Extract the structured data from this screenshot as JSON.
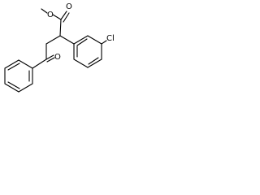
{
  "structure": {
    "atoms": {
      "ether_oxygen": "O",
      "carbonyl_oxygen_ester": "O",
      "carbonyl_oxygen_ketone": "O",
      "chlorine": "Cl"
    }
  }
}
